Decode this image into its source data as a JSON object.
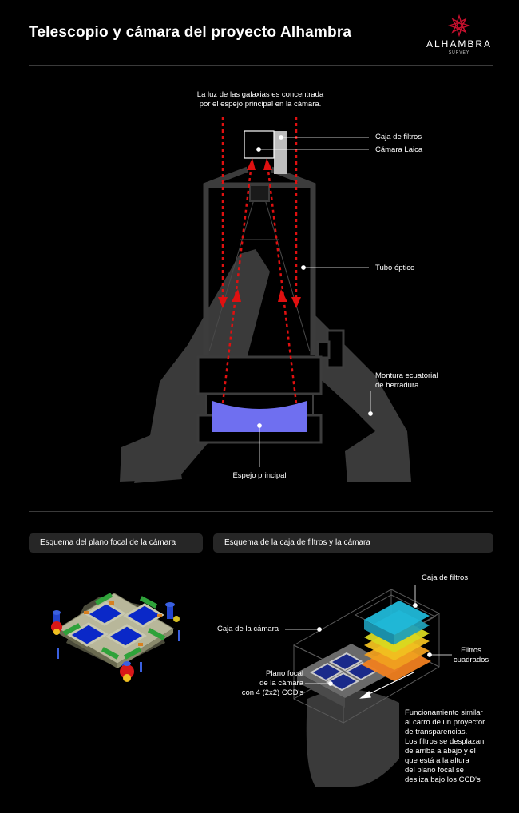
{
  "header": {
    "title": "Telescopio y cámara del proyecto Alhambra",
    "logo_text": "ALHAMBRA",
    "logo_sub": "SURVEY"
  },
  "telescope": {
    "light_caption_line1": "La luz de las galaxias es concentrada",
    "light_caption_line2": "por el espejo principal en la cámara.",
    "filter_box_label": "Caja de filtros",
    "camera_label": "Cámara Laica",
    "optical_tube_label": "Tubo óptico",
    "mount_label_line1": "Montura ecuatorial",
    "mount_label_line2": "de herradura",
    "mirror_label": "Espejo principal"
  },
  "sections": {
    "focal_plane_title": "Esquema del plano focal de la cámara",
    "filter_camera_title": "Esquema de la caja de filtros y la cámara"
  },
  "filter_scheme": {
    "filter_box_label": "Caja de filtros",
    "camera_box_label": "Caja de la cámara",
    "square_filters_line1": "Filtros",
    "square_filters_line2": "cuadrados",
    "focal_plane_line1": "Plano focal",
    "focal_plane_line2": "de la cámara",
    "focal_plane_line3": "con 4 (2x2) CCD's",
    "description_lines": [
      "Funcionamiento similar",
      "al carro de un proyector",
      "de transparencias.",
      "Los filtros se desplazan",
      "de arriba a abajo y el",
      "que está a la altura",
      "del plano focal se",
      "desliza bajo los CCD's"
    ]
  },
  "colors": {
    "background": "#000000",
    "structure": "#3c3c3c",
    "light_ray": "#e01010",
    "mirror": "#6f6ff0",
    "pill": "#262626"
  }
}
